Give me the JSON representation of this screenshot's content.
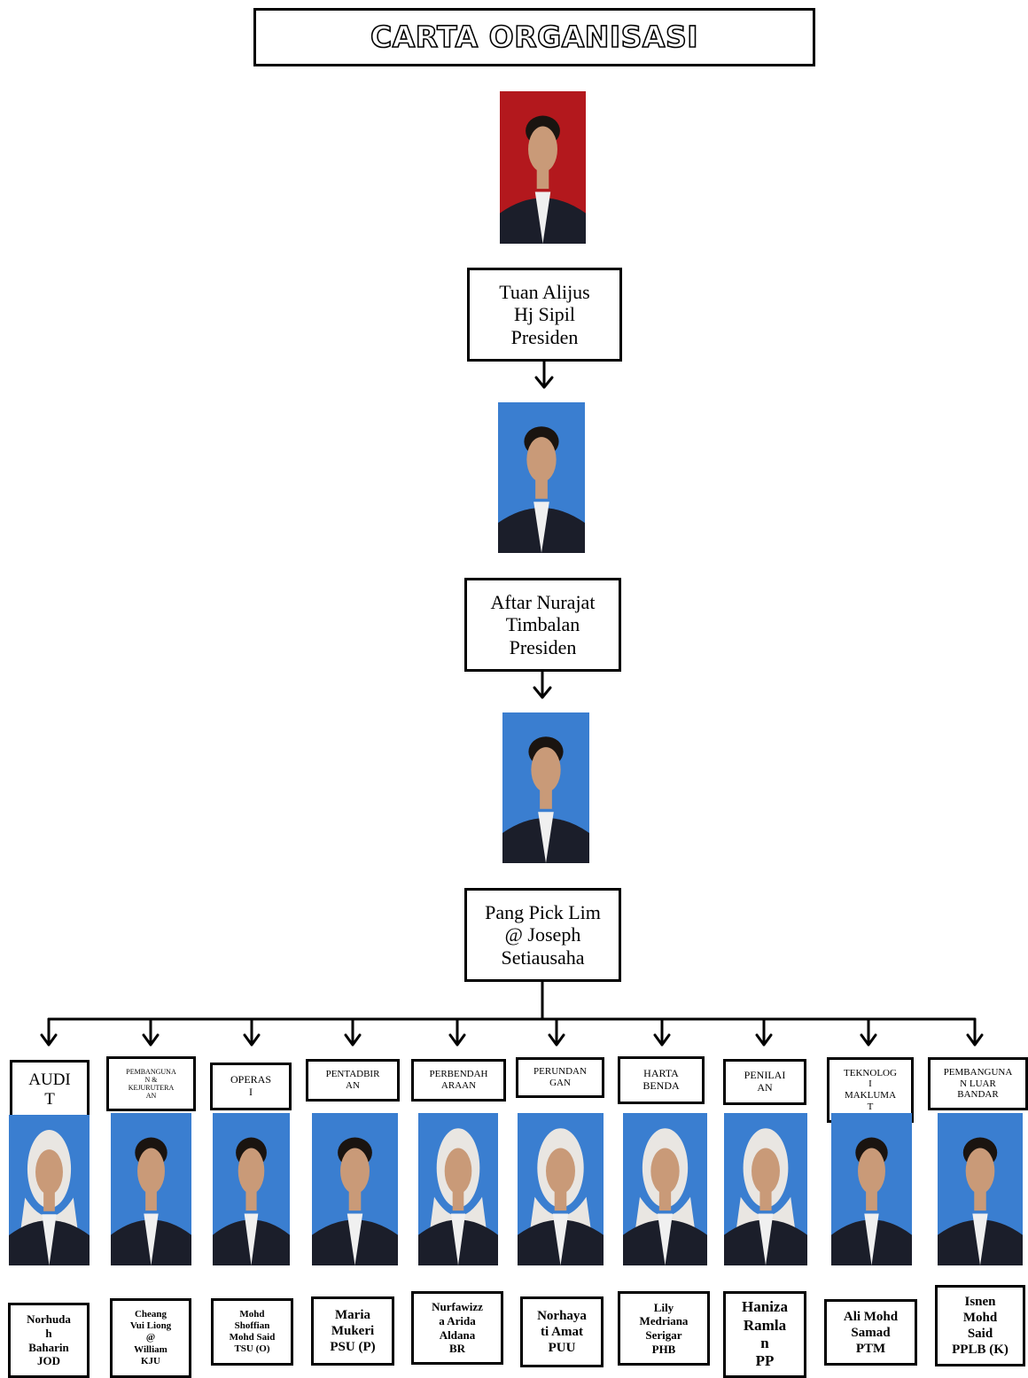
{
  "title": "CARTA ORGANISASI",
  "colors": {
    "red_backdrop": "#b3181d",
    "blue_backdrop": "#3a7ed0",
    "suit": "#1b1e2a",
    "skin": "#c99a78"
  },
  "leaders": [
    {
      "name": "Tuan Alijus\nHj Sipil\nPresiden",
      "photo": "portrait-president"
    },
    {
      "name": "Aftar Nurajat\nTimbalan\nPresiden",
      "photo": "portrait-deputy-president"
    },
    {
      "name": "Pang Pick Lim\n@ Joseph\nSetiausaha",
      "photo": "portrait-secretary"
    }
  ],
  "departments": [
    {
      "dept": "AUDI\nT",
      "name": "Norhuda\nh\nBaharin\nJOD",
      "headwear": "tudung"
    },
    {
      "dept": "PEMBANGUNA\nN &\nKEJURUTERA\nAN",
      "name": "Cheang\nVui Liong\n@\nWilliam\nKJU",
      "headwear": "none"
    },
    {
      "dept": "OPERAS\nI",
      "name": "Mohd\nShoffian\nMohd Said\nTSU (O)",
      "headwear": "none"
    },
    {
      "dept": "PENTADBIR\nAN",
      "name": "Maria\nMukeri\nPSU (P)",
      "headwear": "none"
    },
    {
      "dept": "PERBENDAH\nARAAN",
      "name": "Nurfawizz\na Arida\nAldana\nBR",
      "headwear": "tudung"
    },
    {
      "dept": "PERUNDAN\nGAN",
      "name": "Norhaya\nti Amat\nPUU",
      "headwear": "tudung"
    },
    {
      "dept": "HARTA\nBENDA",
      "name": "Lily\nMedriana\nSerigar\nPHB",
      "headwear": "tudung"
    },
    {
      "dept": "PENILAI\nAN",
      "name": "Haniza\nRamla\nn\nPP",
      "headwear": "tudung"
    },
    {
      "dept": "TEKNOLOG\nI\nMAKLUMA\nT",
      "name": "Ali Mohd\nSamad\nPTM",
      "headwear": "none"
    },
    {
      "dept": "PEMBANGUNA\nN LUAR\nBANDAR",
      "name": "Isnen\nMohd\nSaid\nPPLB (K)",
      "headwear": "none"
    }
  ]
}
